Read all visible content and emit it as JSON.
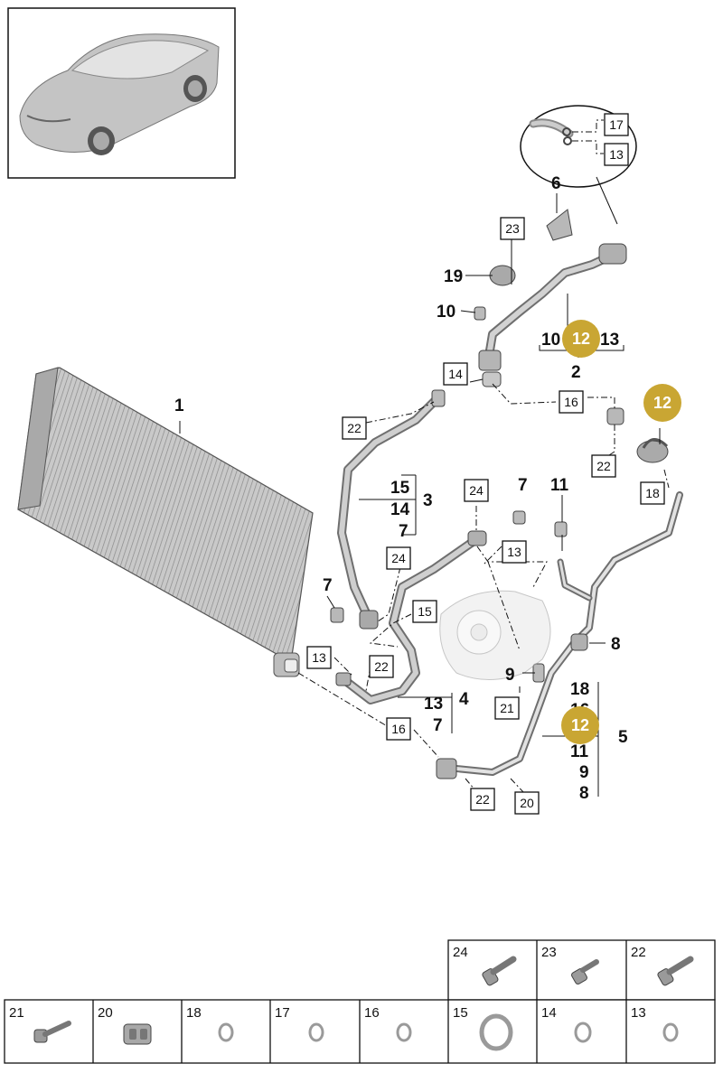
{
  "overview_box": {
    "vehicle": "overview-vehicle-illustration"
  },
  "callouts": {
    "c1": "1",
    "c2": "2",
    "c3": "3",
    "c4": "4",
    "c5": "5",
    "c6": "6",
    "c7a": "7",
    "c7b": "7",
    "c8": "8",
    "c9": "9",
    "c10": "10",
    "c11": "11",
    "c19": "19"
  },
  "group_labels": {
    "g2": [
      "10",
      "12",
      "13"
    ],
    "g3": [
      "15",
      "14",
      "7"
    ],
    "g4": [
      "13",
      "7"
    ],
    "g5": [
      "18",
      "16",
      "12",
      "11",
      "9",
      "8"
    ]
  },
  "highlight_label": "12",
  "boxed_refs": {
    "b17": "17",
    "b13_detail": "13",
    "b23": "23",
    "b14": "14",
    "b16_top": "16",
    "b22_a": "22",
    "b22_b": "22",
    "b18": "18",
    "b24_a": "24",
    "b24_b": "24",
    "b13_c": "13",
    "b15": "15",
    "b13_d": "13",
    "b22_c": "22",
    "b21": "21",
    "b16_bottom": "16",
    "b22_d": "22",
    "b20": "20"
  },
  "parts_table": {
    "top_row": [
      {
        "label": "24",
        "icon": "bolt-icon"
      },
      {
        "label": "23",
        "icon": "short-bolt-icon"
      },
      {
        "label": "22",
        "icon": "bolt-icon"
      }
    ],
    "bottom_row": [
      {
        "label": "21",
        "icon": "long-bolt-icon"
      },
      {
        "label": "20",
        "icon": "clip-icon"
      },
      {
        "label": "18",
        "icon": "o-ring-icon"
      },
      {
        "label": "17",
        "icon": "o-ring-icon"
      },
      {
        "label": "16",
        "icon": "o-ring-icon"
      },
      {
        "label": "15",
        "icon": "large-o-ring-icon"
      },
      {
        "label": "14",
        "icon": "o-ring-icon"
      },
      {
        "label": "13",
        "icon": "o-ring-icon"
      }
    ]
  },
  "colors": {
    "highlight": "#c9a633",
    "line": "#111111",
    "part_gray": "#b8b8b8"
  }
}
